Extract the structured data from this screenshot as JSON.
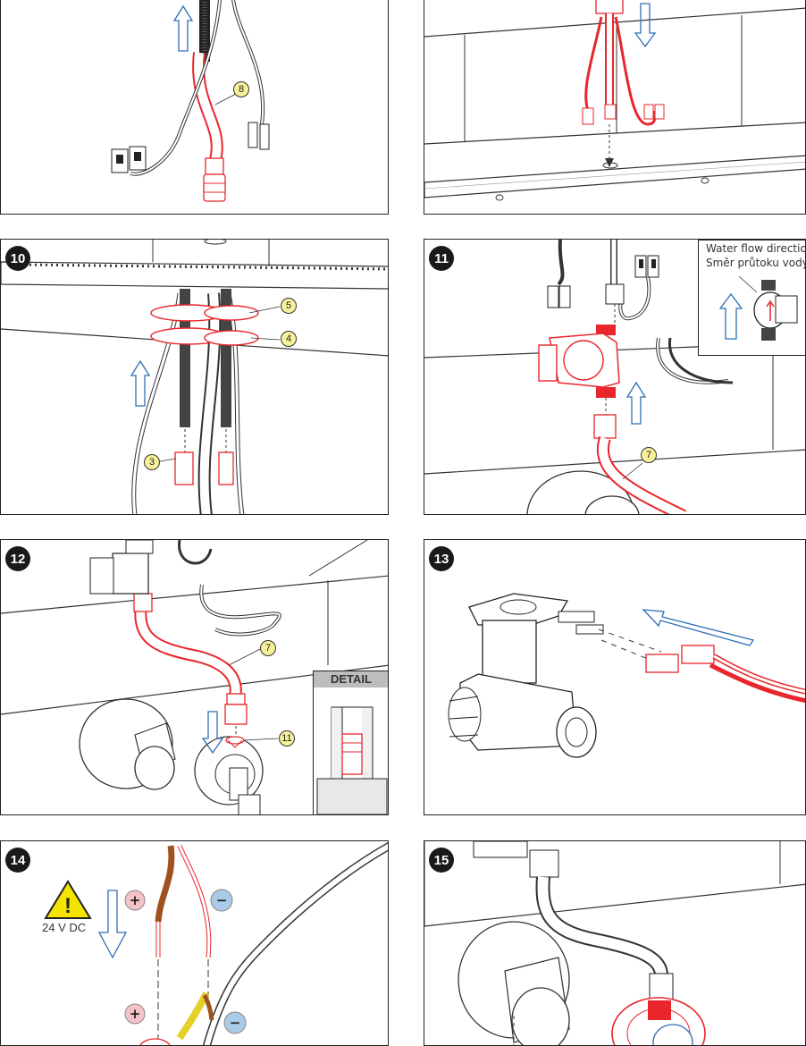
{
  "steps": {
    "s10": "10",
    "s11": "11",
    "s12": "12",
    "s13": "13",
    "s14": "14",
    "s15": "15"
  },
  "callouts": {
    "p9_8": "8",
    "p10_5": "5",
    "p10_4": "4",
    "p10_3": "3",
    "p11_7": "7",
    "p12_7": "7",
    "p12_11": "11"
  },
  "inset_11": {
    "line1": "Water flow direction",
    "line2": "Směr průtoku vody"
  },
  "detail_label": "DETAIL",
  "warning": {
    "voltage": "24 V DC"
  },
  "polarity": {
    "plus": "+",
    "minus": "−"
  },
  "colors": {
    "highlight_red": "#e8262b",
    "arrow_blue": "#2f6fb5",
    "callout_yellow": "#f7f19a",
    "plus_pink": "#f4c3c9",
    "minus_blue": "#a9cbe8",
    "warning_yellow": "#f5e400",
    "wire_brown": "#a0521e"
  },
  "icons": [
    "warning-triangle-icon",
    "flow-arrow-icon",
    "plus-terminal-icon",
    "minus-terminal-icon"
  ]
}
